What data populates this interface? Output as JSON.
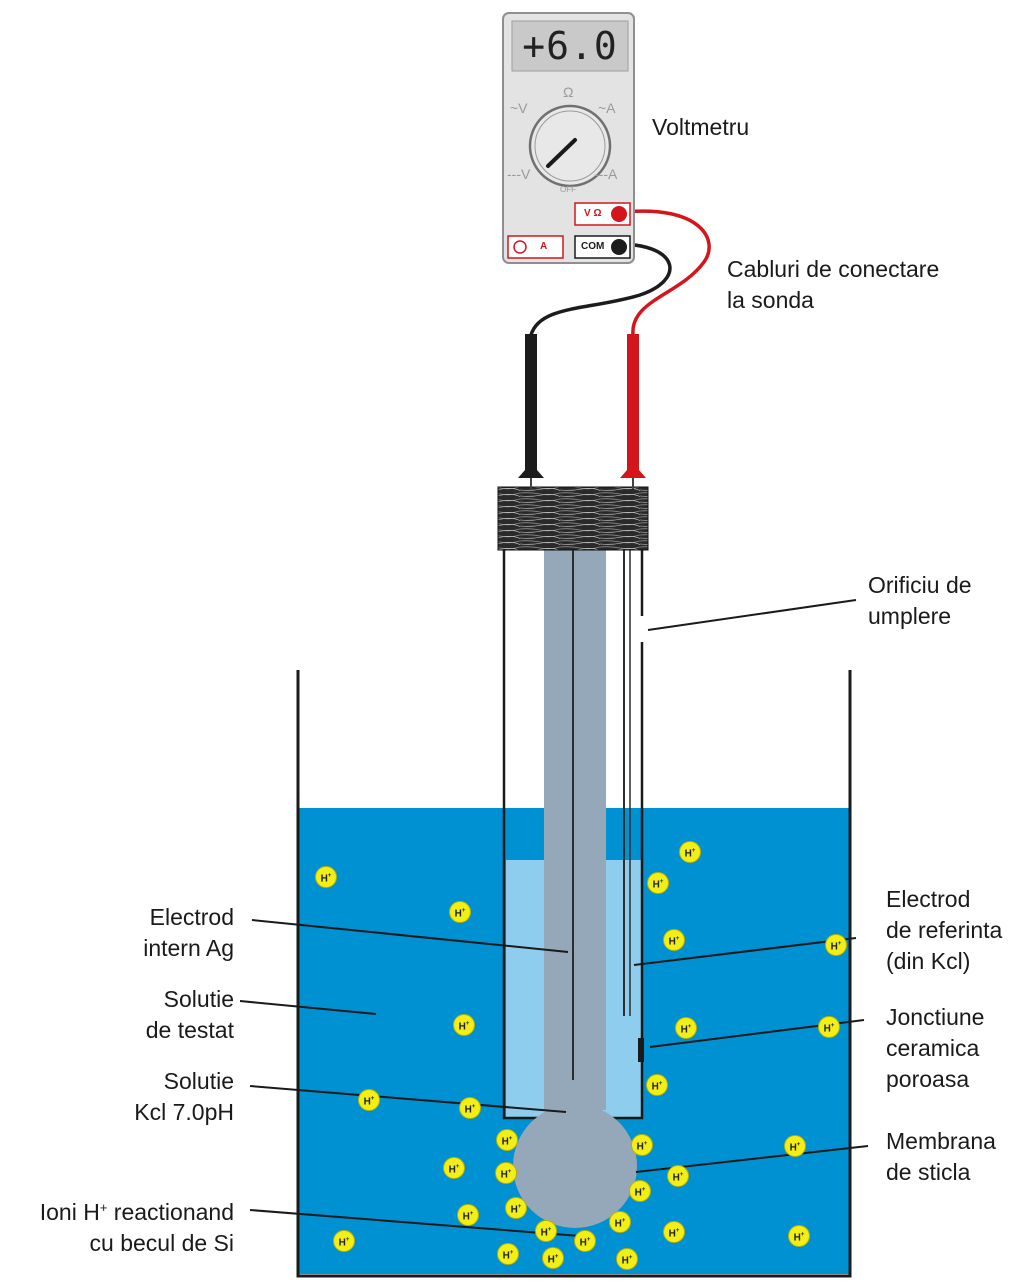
{
  "meter": {
    "display_reading": "+6.0",
    "dial_labels": {
      "ohm": "Ω",
      "ac_v": "~V",
      "ac_a": "~A",
      "dc_v": "---V",
      "dc_a": "---A",
      "off": "OFF"
    },
    "jack_vohm": "V Ω",
    "jack_com": "COM",
    "jack_a": "A"
  },
  "labels": {
    "voltmeter": "Voltmetru",
    "cables": [
      "Cabluri de conectare",
      "la sonda"
    ],
    "fill_hole": [
      "Orificiu de",
      "umplere"
    ],
    "internal_electrode": [
      "Electrod",
      "intern Ag"
    ],
    "reference_electrode": [
      "Electrod",
      "de referinta",
      "(din Kcl)"
    ],
    "test_solution": [
      "Solutie",
      "de testat"
    ],
    "ceramic_junction": [
      "Jonctiune",
      "ceramica",
      "poroasa"
    ],
    "kcl_solution": [
      "Solutie",
      "Kcl 7.0pH"
    ],
    "glass_membrane": [
      "Membrana",
      "de sticla"
    ],
    "ions_prefix": "Ioni H",
    "ions_sup": "+",
    "ions_suffix": " reactionand",
    "ions_line2": "cu becul de Si"
  },
  "ion_symbol": "H",
  "ion_sup": "+",
  "colors": {
    "test_solution": "#0091d2",
    "kcl_solution": "#8ecdee",
    "glass_electrode": "#94a8ba",
    "ion": "#f2ee16",
    "red_cable": "#d4161c",
    "black_cable": "#1c1c1c",
    "meter_body": "#e3e3e3"
  }
}
